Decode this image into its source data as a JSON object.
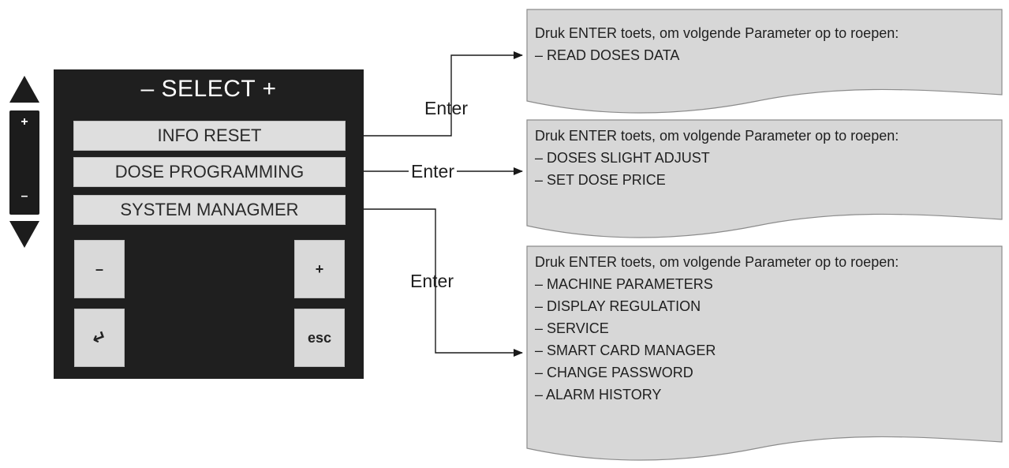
{
  "panel": {
    "title": "– SELECT +",
    "menu_items": [
      "INFO RESET",
      "DOSE PROGRAMMING",
      "SYSTEM MANAGMER"
    ],
    "keys": {
      "minus": "–",
      "plus": "+",
      "enter": "↵",
      "esc": "esc"
    }
  },
  "side_scroll": {
    "plus": "+",
    "minus": "–"
  },
  "arrows": {
    "enter_1": "Enter",
    "enter_2": "Enter",
    "enter_3": "Enter"
  },
  "boxes": [
    {
      "heading": "Druk ENTER toets, om volgende Parameter op to roepen:",
      "lines": [
        "– READ DOSES DATA"
      ]
    },
    {
      "heading": "Druk ENTER toets, om volgende Parameter op to roepen:",
      "lines": [
        "– DOSES SLIGHT ADJUST",
        "– SET DOSE PRICE"
      ]
    },
    {
      "heading": "Druk ENTER toets, om volgende Parameter op to roepen:",
      "lines": [
        "– MACHINE PARAMETERS",
        "– DISPLAY REGULATION",
        "– SERVICE",
        "– SMART CARD MANAGER",
        "– CHANGE PASSWORD",
        "– ALARM HISTORY"
      ]
    }
  ],
  "colors": {
    "panel": "#1f1f1f",
    "button": "#dedede",
    "box_fill": "#d7d7d7",
    "line": "#1a1a1a"
  }
}
